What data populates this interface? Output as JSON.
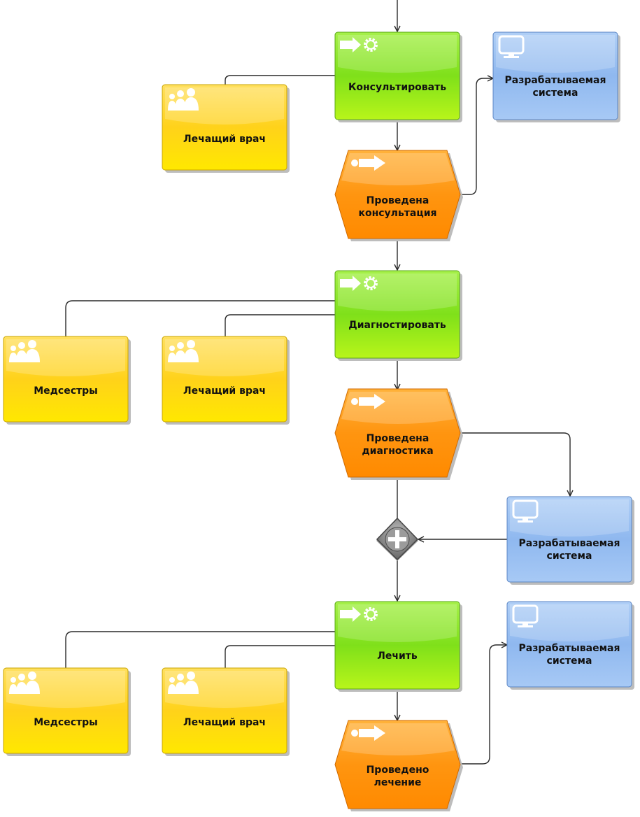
{
  "colors": {
    "function": "#8ee51c",
    "event": "#ff9a14",
    "role": "#ffd21a",
    "system": "#8fb8ef",
    "gateway": "#8a8a8a",
    "connector": "#2a2a2a"
  },
  "icons": {
    "function": "function-arrow-gear-icon",
    "event": "event-arrow-icon",
    "role": "people-group-icon",
    "system": "computer-monitor-icon",
    "gateway": "plus-icon"
  },
  "nodes": {
    "func_consult": "Консультировать",
    "role_doctor_1": "Лечащий врач",
    "system_1": "Разрабатываемая система",
    "event_consult_done": "Проведена консультация",
    "func_diagnose": "Диагностировать",
    "role_nurses_1": "Медсестры",
    "role_doctor_2": "Лечащий врач",
    "event_diag_done": "Проведена диагностика",
    "system_2": "Разрабатываемая система",
    "func_treat": "Лечить",
    "role_nurses_2": "Медсестры",
    "role_doctor_3": "Лечащий врач",
    "system_3": "Разрабатываемая система",
    "event_treat_done": "Проведено лечение"
  }
}
